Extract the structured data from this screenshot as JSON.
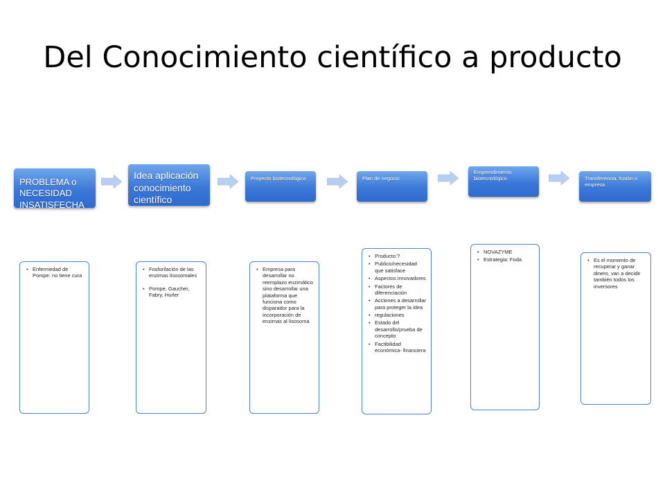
{
  "slide": {
    "title": "Del Conocimiento científico a producto"
  },
  "stages": [
    {
      "label": "PROBLEMA o NECESIDAD INSATISFECHA"
    },
    {
      "label": "Idea aplicación conocimiento científico"
    },
    {
      "label": "Proyecto biotecnológico"
    },
    {
      "label": "Plan de negocio"
    },
    {
      "label": "Emprendimiento biotecnológico"
    },
    {
      "label": "Transferencia, fusión o empresa"
    }
  ],
  "details": [
    {
      "items": [
        "Enfermedad de Pompe: no tiene cura"
      ]
    },
    {
      "items": [
        "Fosforilación de las enzimas lisosomales",
        "Pompe, Gaucher, Fabry, Hurler"
      ]
    },
    {
      "items": [
        "Empresa para desarrollar no reemplazo enzimático sino desarrollar una plataforma que funciona como disparador para la incorporación de enzimas al lisosoma"
      ]
    },
    {
      "items": [
        "Producto:?",
        "Publico/necesidad que satisface",
        " Aspectos innovadores",
        "Factores de diferenciación",
        "Acciones a desarrollar para proteger la idea",
        "regulaciones",
        "Estado del desarrollo/prueba de concepto",
        " Factibilidad económica- financiera"
      ]
    },
    {
      "items": [
        "NOVAZYME",
        "Estrategia: Foda"
      ]
    },
    {
      "items": [
        "Es el momento de recuperar y ganar dinero, van a decidir también todos los inversores"
      ]
    }
  ],
  "colors": {
    "stage_fill": "#3b78d8",
    "arrow_fill": "#b8cfef",
    "card_border": "#4a7fd4"
  }
}
